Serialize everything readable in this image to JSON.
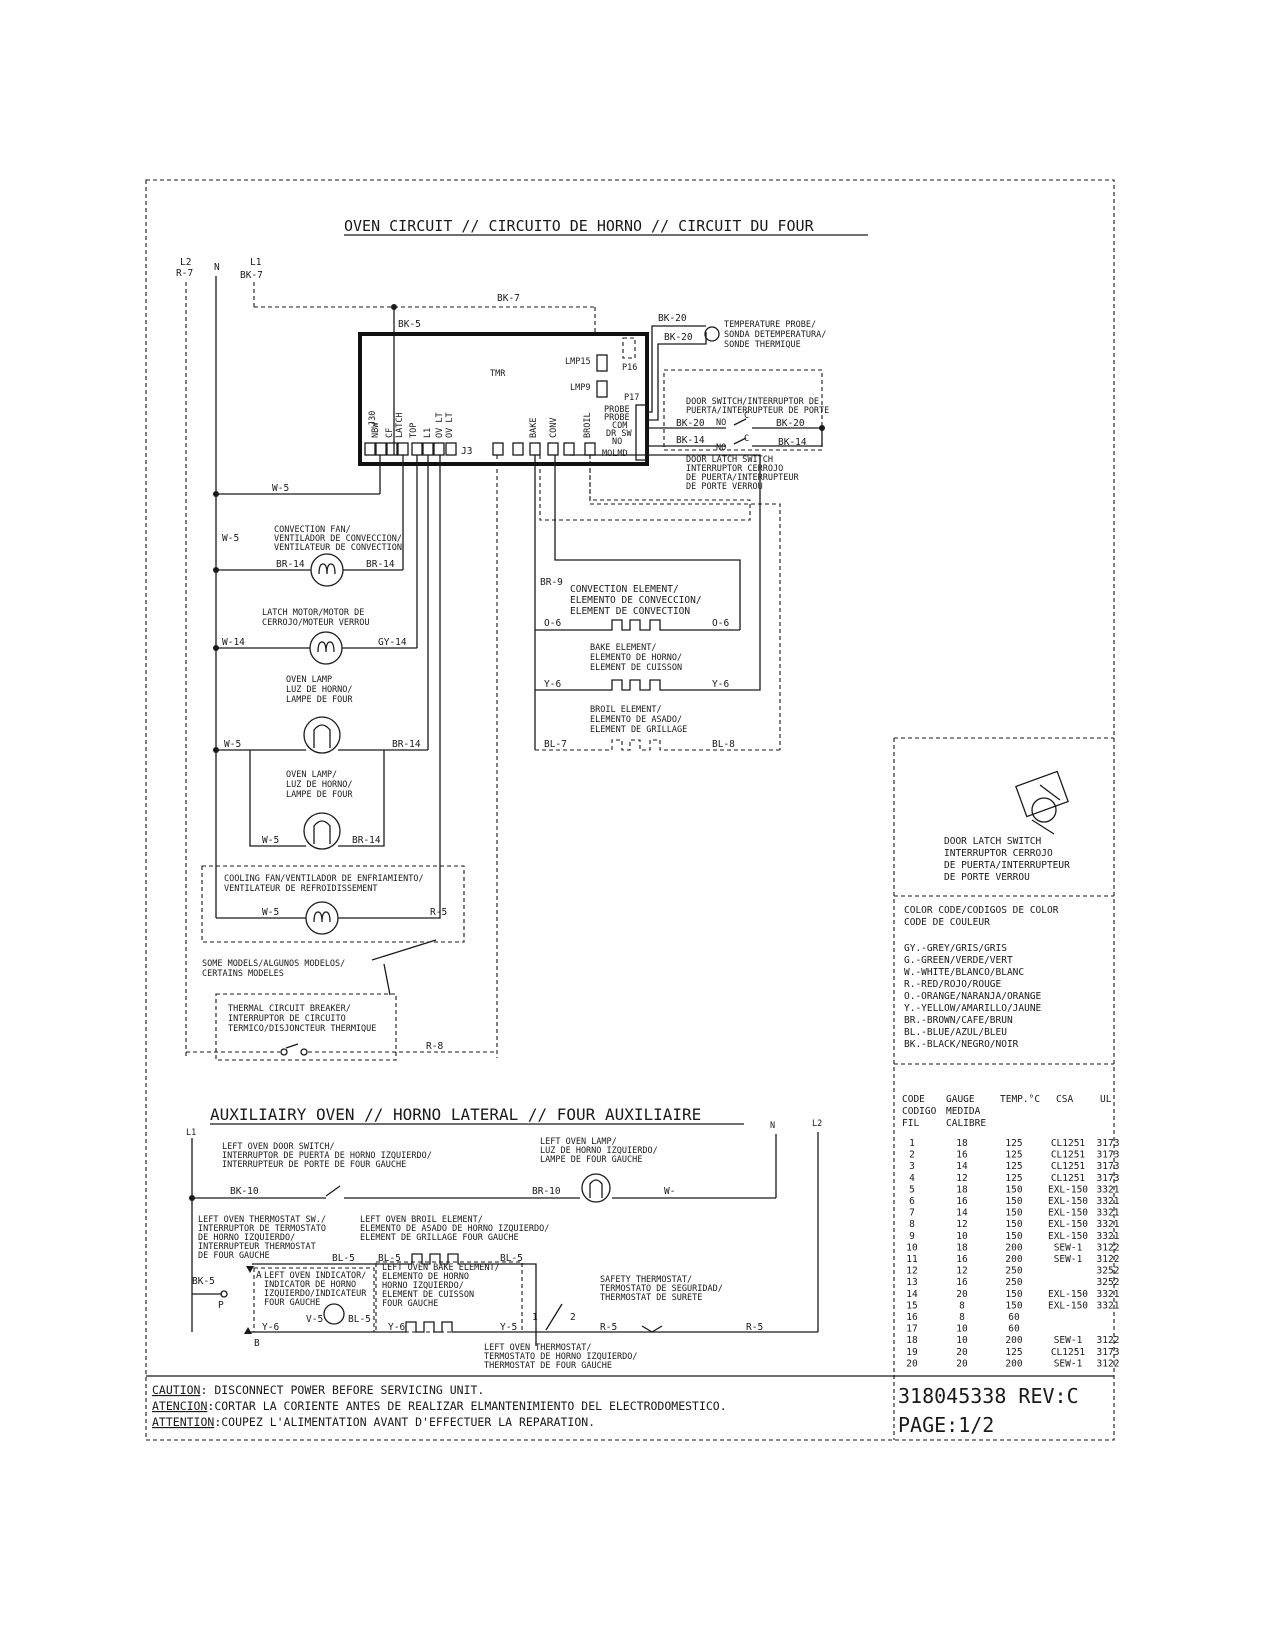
{
  "titles": {
    "oven_circuit": "OVEN CIRCUIT // CIRCUITO DE HORNO // CIRCUIT DU FOUR",
    "aux_oven": "AUXILIAIRY OVEN  // HORNO LATERAL // FOUR AUXILIAIRE"
  },
  "terminals": {
    "l2": "L2",
    "n": "N",
    "l1": "L1",
    "r7": "R-7",
    "bk7": "BK-7",
    "n_aux": "N",
    "l2_aux": "L2",
    "l1_aux": "L1"
  },
  "wires": {
    "bk7": "BK-7",
    "bk5": "BK-5",
    "bk20_top": "BK-20",
    "bk20_mid": "BK-20",
    "bk20_door_a": "BK-20",
    "bk20_door_b": "BK-20",
    "bk14_a": "BK-14",
    "bk14_b": "BK-14",
    "w5_main": "W-5",
    "w5_side": "W-5",
    "br14_a": "BR-14",
    "br14_b": "BR-14",
    "br9": "BR-9",
    "o6_a": "O-6",
    "o6_b": "O-6",
    "w14": "W-14",
    "gy14": "GY-14",
    "y6_a": "Y-6",
    "y6_b": "Y-6",
    "w5_lamp": "W-5",
    "br14_lamp": "BR-14",
    "bl7": "BL-7",
    "bl8": "BL-8",
    "w5_lamp2": "W-5",
    "br14_lamp2": "BR-14",
    "w5_fan": "W-5",
    "r5_fan": "R-5",
    "r8": "R-8"
  },
  "components": {
    "tmr": "TMR",
    "j3": "J3",
    "j30": "J30",
    "lmp15": "LMP15",
    "lmp9": "LMP9",
    "p16": "P16",
    "p17": "P17",
    "relay_labels": [
      "NBW",
      "CF",
      "LATCH",
      "TOP",
      "L1",
      "OV LT",
      "OV LT",
      "BAKE",
      "CONV",
      "BROIL"
    ],
    "p17_pins": [
      "PROBE",
      "PROBE",
      "COM",
      "DR SW",
      "NO",
      "MOLMD"
    ],
    "temp_probe": [
      "TEMPERATURE PROBE/",
      "SONDA DETEMPERATURA/",
      "SONDE THERMIQUE"
    ],
    "door_switch": [
      "DOOR SWITCH/INTERRUPTOR DE",
      "PUERTA/INTERRUPTEUR DE PORTE"
    ],
    "no": "NO",
    "c": "C",
    "door_latch_switch": [
      "DOOR LATCH SWITCH",
      "INTERRUPTOR CERROJO",
      "DE PUERTA/INTERRUPTEUR",
      "DE PORTE VERROU"
    ],
    "convection_fan": [
      "CONVECTION FAN/",
      "VENTILADOR DE CONVECCION/",
      "VENTILATEUR DE CONVECTION"
    ],
    "latch_motor": [
      "LATCH MOTOR/MOTOR DE",
      "CERROJO/MOTEUR VERROU"
    ],
    "oven_lamp_1": [
      "OVEN LAMP",
      "LUZ DE HORNO/",
      "LAMPE DE FOUR"
    ],
    "oven_lamp_2": [
      "OVEN LAMP/",
      "LUZ DE HORNO/",
      "LAMPE DE FOUR"
    ],
    "cooling_fan": [
      "COOLING FAN/VENTILADOR DE ENFRIAMIENTO/",
      "VENTILATEUR DE REFROIDISSEMENT"
    ],
    "some_models": [
      "SOME MODELS/ALGUNOS MODELOS/",
      "CERTAINS MODELES"
    ],
    "thermal_breaker": [
      "THERMAL CIRCUIT BREAKER/",
      "INTERRUPTOR DE CIRCUITO",
      "TERMICO/DISJONCTEUR THERMIQUE"
    ],
    "convection_element": [
      "CONVECTION ELEMENT/",
      "ELEMENTO DE CONVECCION/",
      "ELEMENT DE CONVECTION"
    ],
    "bake_element": [
      "BAKE ELEMENT/",
      "ELEMENTO DE HORNO/",
      "ELEMENT DE CUISSON"
    ],
    "broil_element": [
      "BROIL ELEMENT/",
      "ELEMENTO DE ASADO/",
      "ELEMENT DE GRILLAGE"
    ]
  },
  "aux": {
    "left_door_switch": [
      "LEFT OVEN DOOR SWITCH/",
      "INTERRUPTOR DE PUERTA DE HORNO IZQUIERDO/",
      "INTERRUPTEUR DE PORTE DE FOUR GAUCHE"
    ],
    "left_lamp": [
      "LEFT OVEN LAMP/",
      "LUZ DE HORNO IZQUIERDO/",
      "LAMPE DE FOUR GAUCHE"
    ],
    "left_thermostat_sw": [
      "LEFT OVEN THERMOSTAT SW./",
      "INTERRUPTOR DE TERMOSTATO",
      "DE HORNO IZQUIERDO/",
      "INTERRUPTEUR THERMOSTAT",
      "DE FOUR GAUCHE"
    ],
    "left_broil": [
      "LEFT OVEN BROIL ELEMENT/",
      "ELEMENTO DE ASADO DE HORNO IZQUIERDO/",
      "ELEMENT DE GRILLAGE FOUR GAUCHE"
    ],
    "left_indicator": [
      "LEFT OVEN INDICATOR/",
      "INDICATOR DE HORNO",
      "IZQUIERDO/INDICATEUR",
      "FOUR GAUCHE"
    ],
    "left_bake": [
      "LEFT OVEN BAKE ELEMENT/",
      "ELEMENTO DE HORNO",
      "HORNO IZQUIERDO/",
      "ELEMENT DE CUISSON",
      "FOUR GAUCHE"
    ],
    "safety_thermostat": [
      "SAFETY THERMOSTAT/",
      "TERMOSTATO DE SEGURIDAD/",
      "THERMOSTAT DE SURETE"
    ],
    "left_thermostat": [
      "LEFT OVEN THERMOSTAT/",
      "TERMOSTATO DE HORNO IZQUIERDO/",
      "THERMOSTAT DE FOUR GAUCHE"
    ],
    "wires": {
      "bk10_a": "BK-10",
      "br10": "BR-10",
      "w_lamp": "W-",
      "bl5_a": "BL-5",
      "bl5_b": "BL-5",
      "bl5_c": "BL-5",
      "bl5_d": "BL-5",
      "bk5": "BK-5",
      "y6_a": "Y-6",
      "y6_b": "Y-6",
      "y5": "Y-5",
      "v5": "V-5",
      "r5_a": "R-5",
      "r5_b": "R-5"
    },
    "points": {
      "a": "A",
      "p": "P",
      "b": "B",
      "one": "1",
      "two": "2"
    }
  },
  "color_code": {
    "heading": [
      "COLOR CODE/CODIGOS DE COLOR",
      "CODE DE COULEUR"
    ],
    "entries": [
      "GY.-GREY/GRIS/GRIS",
      "G.-GREEN/VERDE/VERT",
      "W.-WHITE/BLANCO/BLANC",
      "R.-RED/ROJO/ROUGE",
      "O.-ORANGE/NARANJA/ORANGE",
      "Y.-YELLOW/AMARILLO/JAUNE",
      "BR.-BROWN/CAFE/BRUN",
      "BL.-BLUE/AZUL/BLEU",
      "BK.-BLACK/NEGRO/NOIR"
    ]
  },
  "gauge_table": {
    "headers": [
      [
        "CODE",
        "CODIGO",
        "FIL"
      ],
      [
        "GAUGE",
        "MEDIDA",
        "CALIBRE"
      ],
      [
        "TEMP.°C"
      ],
      [
        "CSA"
      ],
      [
        "UL"
      ]
    ],
    "rows": [
      [
        "1",
        "18",
        "125",
        "CL1251",
        "3173"
      ],
      [
        "2",
        "16",
        "125",
        "CL1251",
        "3173"
      ],
      [
        "3",
        "14",
        "125",
        "CL1251",
        "3173"
      ],
      [
        "4",
        "12",
        "125",
        "CL1251",
        "3173"
      ],
      [
        "5",
        "18",
        "150",
        "EXL-150",
        "3321"
      ],
      [
        "6",
        "16",
        "150",
        "EXL-150",
        "3321"
      ],
      [
        "7",
        "14",
        "150",
        "EXL-150",
        "3321"
      ],
      [
        "8",
        "12",
        "150",
        "EXL-150",
        "3321"
      ],
      [
        "9",
        "10",
        "150",
        "EXL-150",
        "3321"
      ],
      [
        "10",
        "18",
        "200",
        "SEW-1",
        "3122"
      ],
      [
        "11",
        "16",
        "200",
        "SEW-1",
        "3122"
      ],
      [
        "12",
        "12",
        "250",
        "",
        "3252"
      ],
      [
        "13",
        "16",
        "250",
        "",
        "3252"
      ],
      [
        "14",
        "20",
        "150",
        "EXL-150",
        "3321"
      ],
      [
        "15",
        "8",
        "150",
        "EXL-150",
        "3321"
      ],
      [
        "16",
        "8",
        "60",
        "",
        ""
      ],
      [
        "17",
        "10",
        "60",
        "",
        ""
      ],
      [
        "18",
        "10",
        "200",
        "SEW-1",
        "3122"
      ],
      [
        "19",
        "20",
        "125",
        "CL1251",
        "3173"
      ],
      [
        "20",
        "20",
        "200",
        "SEW-1",
        "3122"
      ]
    ]
  },
  "caution": {
    "en_label": "CAUTION",
    "en_text": ": DISCONNECT POWER BEFORE SERVICING UNIT.",
    "es_label": "ATENCION",
    "es_text": ":CORTAR LA CORIENTE ANTES DE REALIZAR ELMANTENIMIENTO DEL ELECTRODOMESTICO.",
    "fr_label": "ATTENTION",
    "fr_text": ":COUPEZ L'ALIMENTATION AVANT D'EFFECTUER LA REPARATION."
  },
  "doc": {
    "number": "318045338 REV:C",
    "page": "PAGE:1/2"
  },
  "colors": {
    "ink": "#1a1a1a",
    "paper": "#ffffff"
  }
}
